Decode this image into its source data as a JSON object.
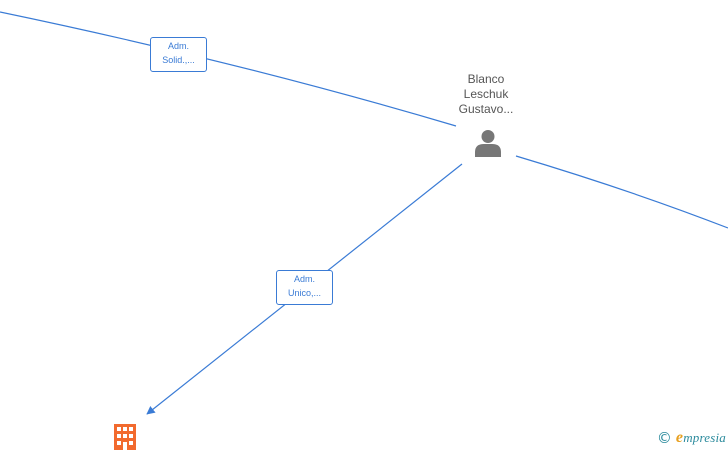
{
  "person": {
    "name_lines": [
      "Blanco",
      "Leschuk",
      "Gustavo..."
    ],
    "icon": "person-icon"
  },
  "edges": [
    {
      "label_lines": [
        "Adm.",
        "Solid.,..."
      ]
    },
    {
      "label_lines": [
        "Adm.",
        "Unico,..."
      ]
    }
  ],
  "company": {
    "icon": "building-icon"
  },
  "watermark": {
    "symbol": "©",
    "brand_initial": "e",
    "brand_rest": "mpresia"
  },
  "colors": {
    "edge": "#3a7bd5",
    "company": "#f26a2e",
    "person": "#777777",
    "brand": "#2a8a9c",
    "brand_accent": "#e8a020"
  }
}
